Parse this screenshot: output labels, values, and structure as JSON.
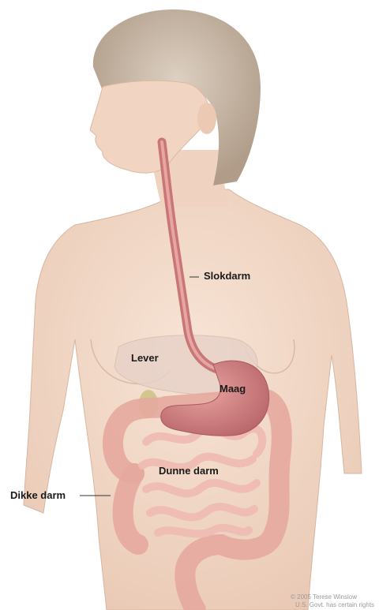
{
  "labels": {
    "esophagus": "Slokdarm",
    "liver": "Lever",
    "stomach": "Maag",
    "small_intestine": "Dunne darm",
    "large_intestine": "Dikke darm"
  },
  "copyright": {
    "line1": "© 2005 Terese Winslow",
    "line2": "U.S. Govt. has certain rights"
  },
  "colors": {
    "skin": "#f3d9c6",
    "hair": "#c9b8a7",
    "esophagus": "#c87878",
    "stomach": "#d48282",
    "intestine": "#eab2a8",
    "liver": "#e6cfc4"
  }
}
